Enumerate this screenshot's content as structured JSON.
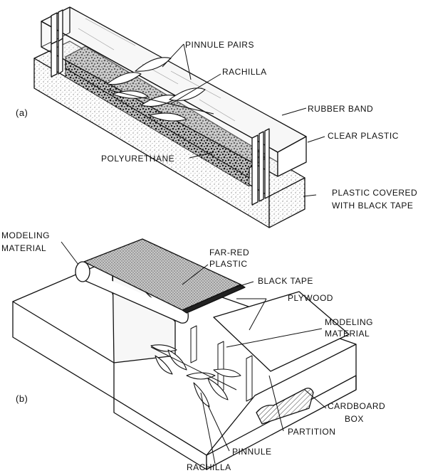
{
  "figure": {
    "panel_a": {
      "tag": "(a)",
      "labels": {
        "pinnule_pairs": "PINNULE PAIRS",
        "rachilla": "RACHILLA",
        "rubber_band": "RUBBER BAND",
        "clear_plastic": "CLEAR PLASTIC",
        "polyurethane": "POLYURETHANE",
        "plastic_covered_1": "PLASTIC COVERED",
        "plastic_covered_2": "WITH BLACK TAPE"
      }
    },
    "panel_b": {
      "tag": "(b)",
      "labels": {
        "modeling_material_1": "MODELING",
        "modeling_material_2": "MATERIAL",
        "far_red_1": "FAR-RED",
        "far_red_2": "PLASTIC",
        "black_tape": "BLACK TAPE",
        "plywood": "PLYWOOD",
        "modeling_material_r1": "MODELING",
        "modeling_material_r2": "MATERIAL",
        "cardboard_1": "CARDBOARD",
        "cardboard_2": "BOX",
        "partition": "PARTITION",
        "pinnule": "PINNULE",
        "rachilla": "RACHILLA"
      }
    }
  }
}
